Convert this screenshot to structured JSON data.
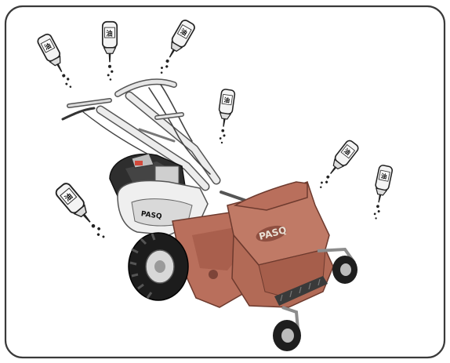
{
  "figure": {
    "frame_color": "#3a3a3a",
    "machine_color": "#b96f5c",
    "machine_dark": "#7d4438",
    "handle_color": "#e6e6e6"
  },
  "machine": {
    "brand_cover": "PASQ",
    "brand_deck": "PASQ"
  },
  "oilers": [
    {
      "id": "oiler-1",
      "label": "油",
      "icon": "oil-can-icon"
    },
    {
      "id": "oiler-2",
      "label": "油",
      "icon": "oil-can-icon"
    },
    {
      "id": "oiler-3",
      "label": "油",
      "icon": "oil-can-icon"
    },
    {
      "id": "oiler-4",
      "label": "油",
      "icon": "oil-can-icon"
    },
    {
      "id": "oiler-5",
      "label": "油",
      "icon": "oil-can-icon"
    },
    {
      "id": "oiler-6",
      "label": "油",
      "icon": "oil-can-icon"
    },
    {
      "id": "oiler-7",
      "label": "油",
      "icon": "oil-can-icon"
    }
  ]
}
